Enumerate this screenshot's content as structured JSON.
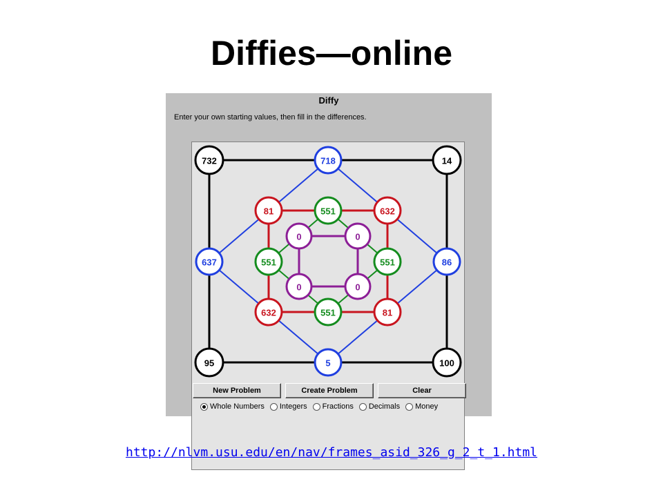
{
  "slide": {
    "title": "Diffies—online",
    "source_url": "http://nlvm.usu.edu/en/nav/frames_asid_326_g_2_t_1.html"
  },
  "applet": {
    "title": "Diffy",
    "instructions": "Enter your own starting values, then fill in the differences.",
    "buttons": {
      "new_problem": "New Problem",
      "create_problem": "Create Problem",
      "clear": "Clear"
    },
    "number_types": [
      {
        "label": "Whole Numbers",
        "selected": true
      },
      {
        "label": "Integers",
        "selected": false
      },
      {
        "label": "Fractions",
        "selected": false
      },
      {
        "label": "Decimals",
        "selected": false
      },
      {
        "label": "Money",
        "selected": false
      }
    ],
    "colors": {
      "level1": "#000000",
      "level2": "#1f3fe0",
      "level3": "#c8141e",
      "level4": "#148c1e",
      "level5": "#8c1e96"
    },
    "nodes": {
      "l1": [
        "732",
        "14",
        "100",
        "95"
      ],
      "l2": [
        "718",
        "86",
        "5",
        "637"
      ],
      "l3": [
        "81",
        "632",
        "81",
        "632"
      ],
      "l4": [
        "551",
        "551",
        "551",
        "551"
      ],
      "l5": [
        "0",
        "0",
        "0",
        "0"
      ]
    }
  }
}
